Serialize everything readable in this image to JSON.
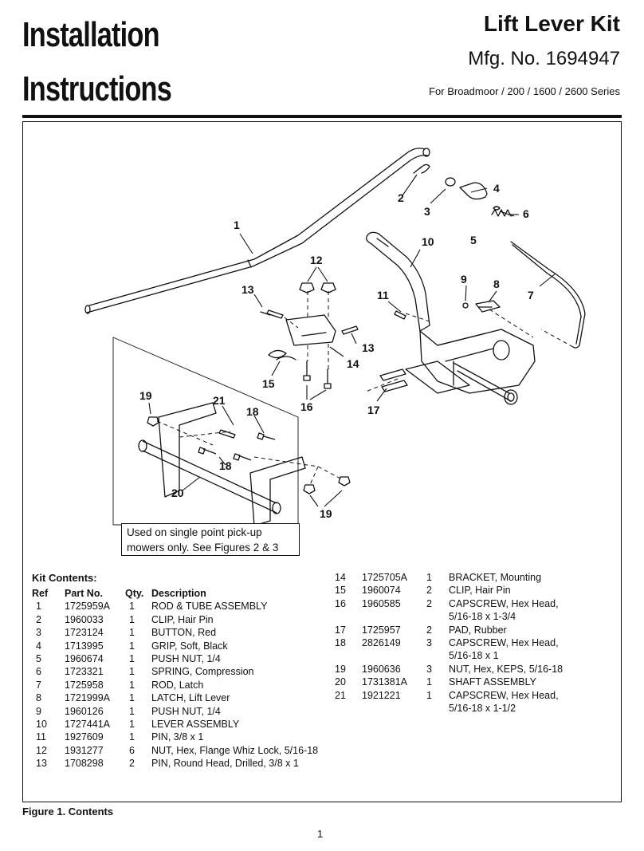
{
  "header": {
    "title_line1": "Installation",
    "title_line2": "Instructions",
    "kit_name": "Lift Lever Kit",
    "mfg_no": "Mfg. No. 1694947",
    "series": "For Broadmoor / 200 / 1600 / 2600 Series"
  },
  "figure": {
    "note": "Used on single point pick-up mowers only.  See Figures 2 & 3",
    "callouts": [
      "1",
      "2",
      "3",
      "4",
      "5",
      "6",
      "7",
      "8",
      "9",
      "10",
      "11",
      "12",
      "13",
      "13",
      "14",
      "15",
      "16",
      "17",
      "18",
      "18",
      "19",
      "19",
      "20",
      "21"
    ],
    "caption": "Figure 1.  Contents"
  },
  "kit_contents": {
    "title": "Kit Contents:",
    "headers": {
      "ref": "Ref",
      "part": "Part No.",
      "qty": "Qty.",
      "desc": "Description"
    },
    "left_rows": [
      {
        "ref": "1",
        "part": "1725959A",
        "qty": "1",
        "desc": "ROD & TUBE ASSEMBLY"
      },
      {
        "ref": "2",
        "part": "1960033",
        "qty": "1",
        "desc": "CLIP, Hair Pin"
      },
      {
        "ref": "3",
        "part": "1723124",
        "qty": "1",
        "desc": "BUTTON, Red"
      },
      {
        "ref": "4",
        "part": "1713995",
        "qty": "1",
        "desc": "GRIP, Soft, Black"
      },
      {
        "ref": "5",
        "part": "1960674",
        "qty": "1",
        "desc": "PUSH NUT, 1/4"
      },
      {
        "ref": "6",
        "part": "1723321",
        "qty": "1",
        "desc": "SPRING, Compression"
      },
      {
        "ref": "7",
        "part": "1725958",
        "qty": "1",
        "desc": "ROD, Latch"
      },
      {
        "ref": "8",
        "part": "1721999A",
        "qty": "1",
        "desc": "LATCH, Lift Lever"
      },
      {
        "ref": "9",
        "part": "1960126",
        "qty": "1",
        "desc": "PUSH NUT, 1/4"
      },
      {
        "ref": "10",
        "part": "1727441A",
        "qty": "1",
        "desc": "LEVER ASSEMBLY"
      },
      {
        "ref": "11",
        "part": "1927609",
        "qty": "1",
        "desc": "PIN, 3/8 x 1"
      },
      {
        "ref": "12",
        "part": "1931277",
        "qty": "6",
        "desc": "NUT, Hex, Flange Whiz Lock, 5/16-18"
      },
      {
        "ref": "13",
        "part": "1708298",
        "qty": "2",
        "desc": "PIN, Round Head, Drilled, 3/8 x 1"
      }
    ],
    "right_rows": [
      {
        "ref": "14",
        "part": "1725705A",
        "qty": "1",
        "desc": "BRACKET, Mounting",
        "desc2": ""
      },
      {
        "ref": "15",
        "part": "1960074",
        "qty": "2",
        "desc": "CLIP, Hair Pin",
        "desc2": ""
      },
      {
        "ref": "16",
        "part": "1960585",
        "qty": "2",
        "desc": "CAPSCREW, Hex Head,",
        "desc2": "5/16-18 x 1-3/4"
      },
      {
        "ref": "17",
        "part": "1725957",
        "qty": "2",
        "desc": "PAD, Rubber",
        "desc2": ""
      },
      {
        "ref": "18",
        "part": "2826149",
        "qty": "3",
        "desc": "CAPSCREW, Hex Head,",
        "desc2": "5/16-18 x 1"
      },
      {
        "ref": "19",
        "part": "1960636",
        "qty": "3",
        "desc": "NUT, Hex, KEPS, 5/16-18",
        "desc2": ""
      },
      {
        "ref": "20",
        "part": "1731381A",
        "qty": "1",
        "desc": "SHAFT ASSEMBLY",
        "desc2": ""
      },
      {
        "ref": "21",
        "part": "1921221",
        "qty": "1",
        "desc": "CAPSCREW, Hex Head,",
        "desc2": "5/16-18 x 1-1/2"
      }
    ]
  },
  "page_number": "1"
}
